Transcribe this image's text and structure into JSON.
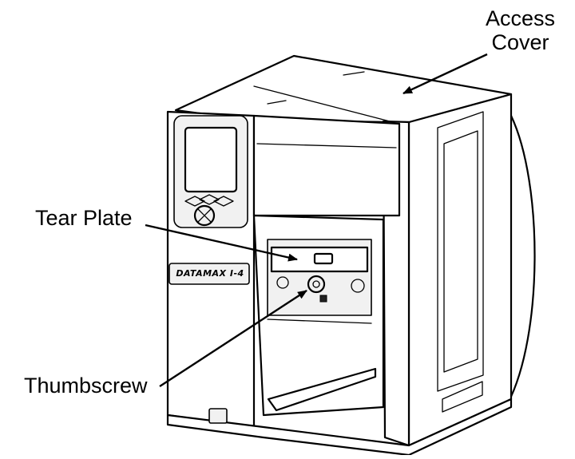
{
  "callouts": {
    "access_cover_line1": "Access",
    "access_cover_line2": "Cover",
    "tear_plate": "Tear Plate",
    "thumbscrew": "Thumbscrew"
  },
  "printer": {
    "brand_label": "DATAMAX I-4"
  }
}
